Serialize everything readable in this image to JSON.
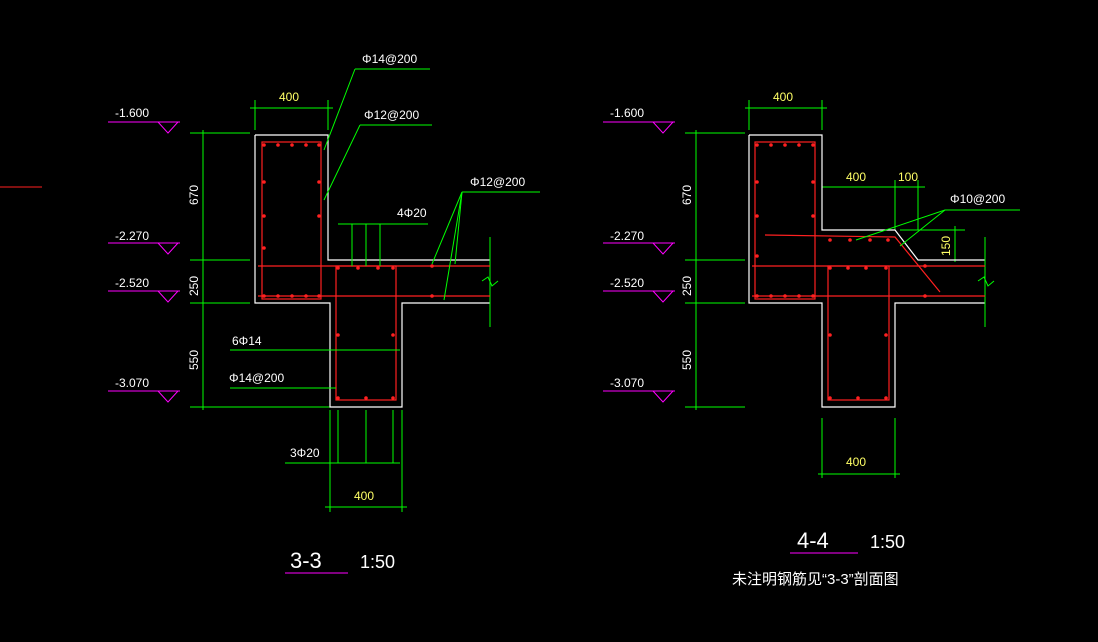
{
  "colors": {
    "background": "#000000",
    "outline": "#ffffff",
    "rebar": "#ff2020",
    "dimension": "#00ff00",
    "level": "#ff00ff",
    "text": "#ffffff",
    "dim_text": "#ffff66"
  },
  "section_33": {
    "levels": [
      "-1.600",
      "-2.270",
      "-2.520",
      "-3.070"
    ],
    "dims_vertical": [
      "670",
      "250",
      "550"
    ],
    "dim_top": "400",
    "dim_bottom": "400",
    "rebar_labels": {
      "top_a": "Φ14@200",
      "top_b": "Φ12@200",
      "slab": "Φ12@200",
      "four_bar": "4Φ20",
      "six_bar": "6Φ14",
      "stirrup": "Φ14@200",
      "three_bar": "3Φ20"
    },
    "title": "3-3",
    "scale": "1:50"
  },
  "section_44": {
    "levels": [
      "-1.600",
      "-2.270",
      "-2.520",
      "-3.070"
    ],
    "dims_vertical": [
      "670",
      "250",
      "550"
    ],
    "dim_top": "400",
    "dim_mid_a": "400",
    "dim_mid_b": "100",
    "dim_haunch": "150",
    "dim_bottom": "400",
    "rebar_labels": {
      "haunch": "Φ10@200"
    },
    "title": "4-4",
    "scale": "1:50",
    "note": "未注明钢筋见“3-3”剖面图"
  }
}
